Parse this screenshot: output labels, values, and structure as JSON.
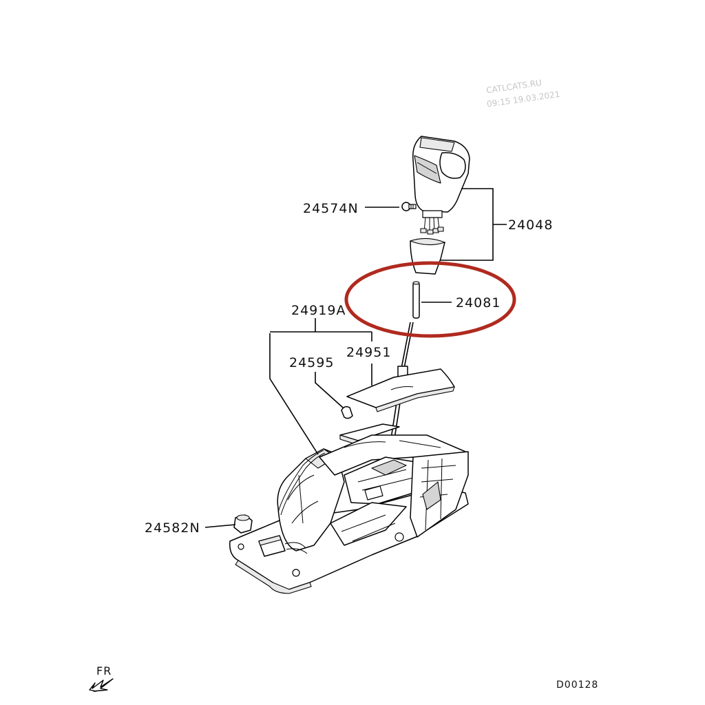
{
  "watermark": {
    "site": "CATLCATS.RU",
    "timestamp": "09:15 19.03.2021"
  },
  "labels": {
    "p24574N": "24574N",
    "p24048": "24048",
    "p24081": "24081",
    "p24919A": "24919A",
    "p24951": "24951",
    "p24595": "24595",
    "p24582N": "24582N"
  },
  "direction": {
    "label": "FR"
  },
  "drawing_code": "D00128",
  "colors": {
    "highlight": "#b02a1f",
    "line": "#000000",
    "watermark": "#c6c6c6"
  },
  "icons": {
    "front_arrow": "arrow-down-left-icon"
  }
}
